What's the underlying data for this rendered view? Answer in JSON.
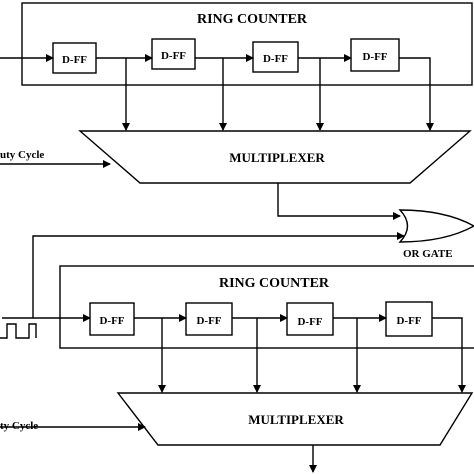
{
  "top": {
    "ring_counter_label": "RING COUNTER",
    "dff_labels": [
      "D-FF",
      "D-FF",
      "D-FF",
      "D-FF"
    ],
    "multiplexer_label": "MULTIPLEXER",
    "duty_cycle_label": "uty Cycle"
  },
  "or_gate_label": "OR GATE",
  "bottom": {
    "ring_counter_label": "RING COUNTER",
    "dff_labels": [
      "D-FF",
      "D-FF",
      "D-FF",
      "D-FF"
    ],
    "multiplexer_label": "MULTIPLEXER",
    "duty_cycle_label": "ty Cycle"
  }
}
